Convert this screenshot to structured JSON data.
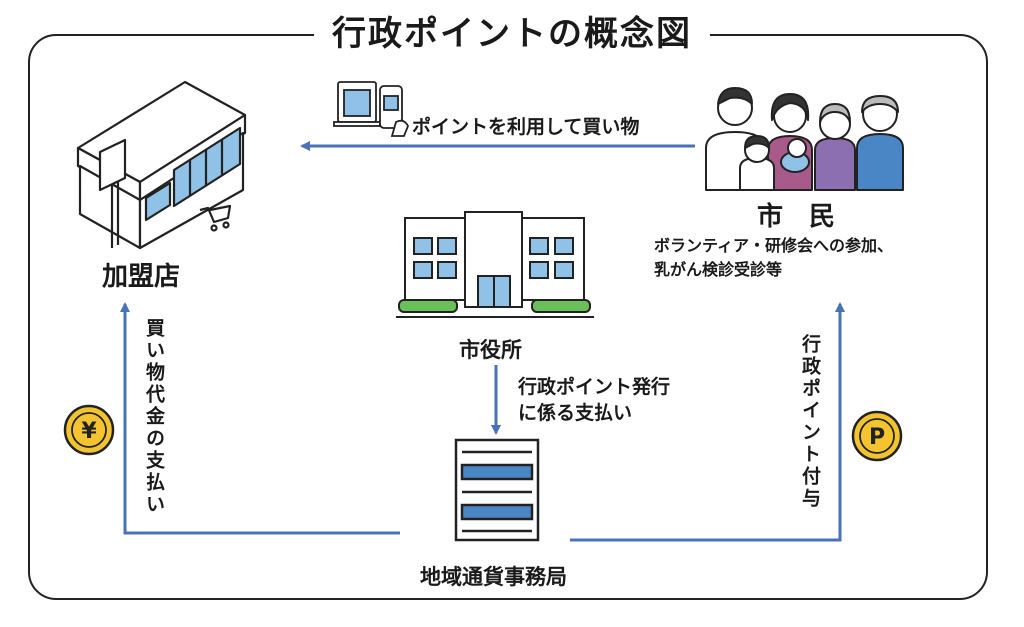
{
  "title": "行政ポイントの概念図",
  "nodes": {
    "store": "加盟店",
    "citizens": "市　民",
    "city_hall": "市役所",
    "bureau": "地域通貨事務局"
  },
  "citizen_activities": [
    "ボランティア・研修会への参加、",
    "乳がん検診受診等"
  ],
  "flows": {
    "shopping": "ポイントを利用して買い物",
    "issuance_payment": [
      "行政ポイント発行",
      "に係る支払い"
    ],
    "purchase_payment": "買い物代金の支払い",
    "point_grant": "行政ポイント付与"
  },
  "icons": {
    "yen_coin": "¥",
    "point_coin": "P"
  },
  "colors": {
    "arrow": "#4a72b8",
    "window": "#8fc2e6",
    "coin": "#f4c430",
    "hedge": "#6bbf5a"
  }
}
